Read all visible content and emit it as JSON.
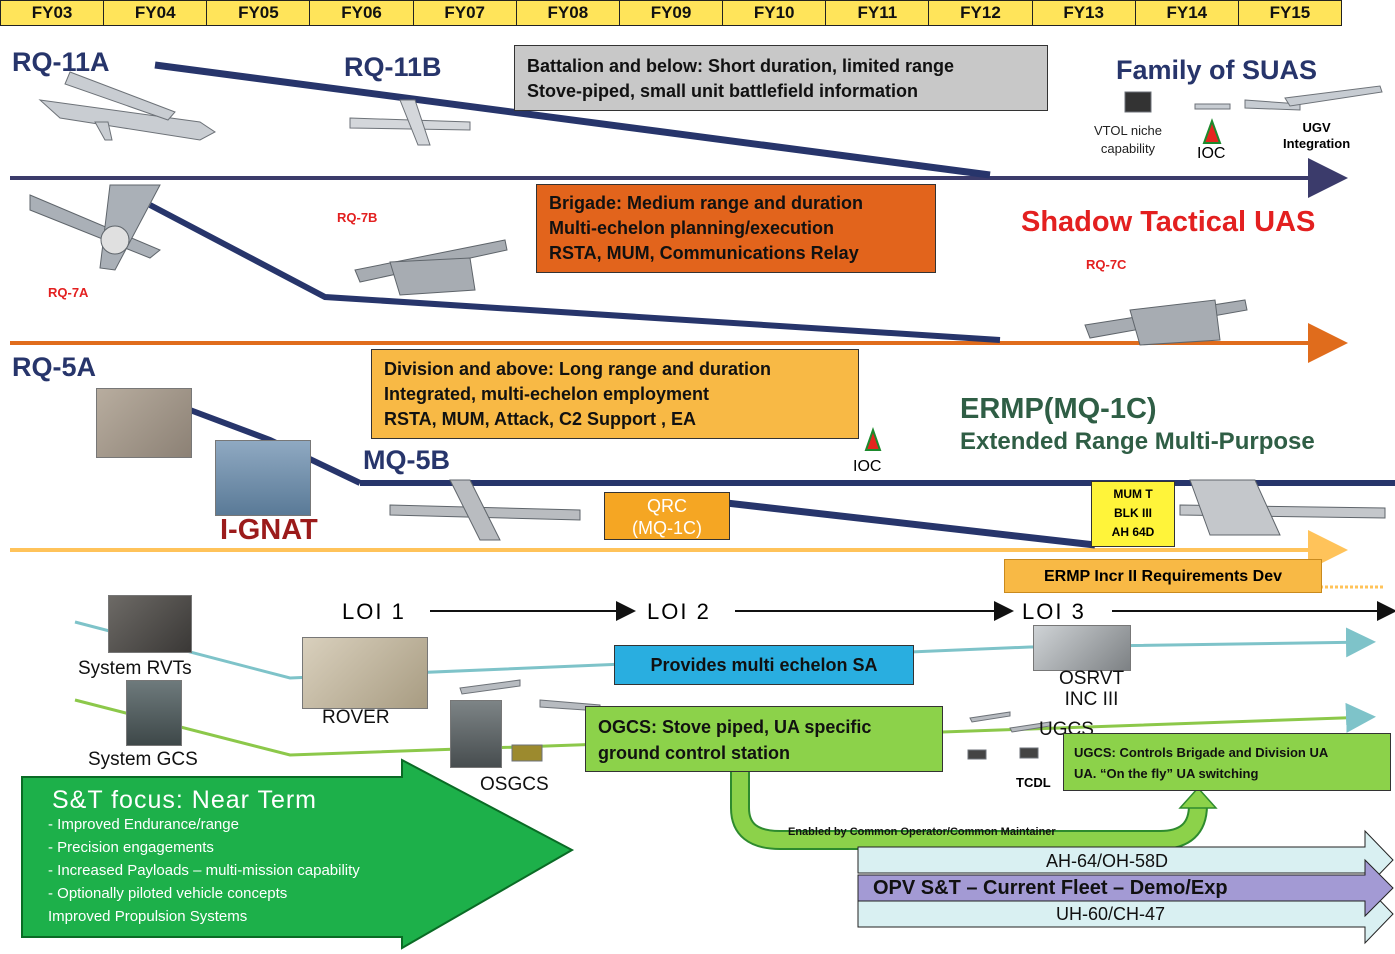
{
  "fiscal_years": [
    "FY03",
    "FY04",
    "FY05",
    "FY06",
    "FY07",
    "FY08",
    "FY09",
    "FY10",
    "FY11",
    "FY12",
    "FY13",
    "FY14",
    "FY15"
  ],
  "tiers": {
    "battalion": {
      "label_start": "RQ-11A",
      "label_mid": "RQ-11B",
      "label_end": "Family of SUAS",
      "desc": [
        "Battalion and below: Short duration, limited range",
        "Stove-piped, small unit battlefield information"
      ],
      "vtol": [
        "VTOL niche",
        "capability"
      ],
      "ioc": "IOC",
      "ugv": [
        "UGV",
        "Integration"
      ],
      "color": "#3b3b6b"
    },
    "brigade": {
      "rq7a": "RQ-7A",
      "rq7b": "RQ-7B",
      "rq7c": "RQ-7C",
      "title": "Shadow Tactical UAS",
      "desc": [
        "Brigade: Medium range and duration",
        "Multi-echelon planning/execution",
        "RSTA, MUM, Communications Relay"
      ],
      "color": "#e06c1c"
    },
    "division": {
      "rq5a": "RQ-5A",
      "ignat": "I-GNAT",
      "mq5b": "MQ-5B",
      "title": "ERMP(MQ-1C)",
      "subtitle": "Extended Range Multi-Purpose",
      "desc": [
        "Division and above: Long range and duration",
        "Integrated, multi-echelon employment",
        "RSTA, MUM, Attack, C2 Support , EA"
      ],
      "ioc": "IOC",
      "qrc": [
        "QRC",
        "(MQ-1C)"
      ],
      "mumt": [
        "MUM T",
        "BLK III",
        "AH 64D"
      ],
      "ermp_incr": "ERMP Incr II Requirements Dev",
      "color": "#ffc35a"
    }
  },
  "loi": [
    "LOI 1",
    "LOI 2",
    "LOI 3"
  ],
  "ground": {
    "system_rvts": "System RVTs",
    "rover": "ROVER",
    "provides": "Provides multi echelon SA",
    "osrvt": [
      "OSRVT",
      "INC III"
    ],
    "system_gcs": "System GCS",
    "osgcs": "OSGCS",
    "ogcs": [
      "OGCS: Stove piped, UA specific",
      "ground control station"
    ],
    "ugcs": "UGCS",
    "tcdl": "TCDL",
    "ugcs_desc": [
      "UGCS: Controls Brigade and Division UA",
      "UA.  “On the fly” UA switching"
    ],
    "enabled": "Enabled by Common Operator/Common Maintainer"
  },
  "st_focus": {
    "title": "S&T focus: Near Term",
    "items": [
      "- Improved Endurance/range",
      "- Precision engagements",
      "- Increased Payloads – multi-mission capability",
      "- Optionally piloted vehicle concepts",
      "Improved Propulsion Systems"
    ]
  },
  "opv": {
    "top": "AH-64/OH-58D",
    "middle": "OPV S&T – Current Fleet – Demo/Exp",
    "bottom": "UH-60/CH-47"
  }
}
